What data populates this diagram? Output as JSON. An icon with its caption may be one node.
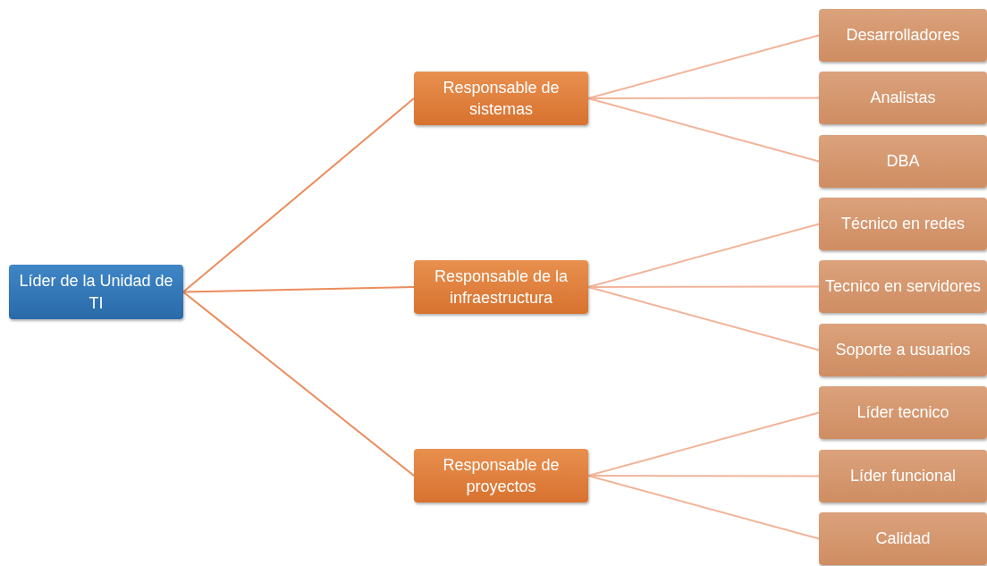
{
  "diagram": {
    "nodes": [
      {
        "text": [
          "Líder de la Unidad de TI"
        ]
      },
      {
        "text": [
          "Responsable de sistemas"
        ]
      },
      {
        "text": [
          "Responsable de la infraestructura"
        ]
      },
      {
        "text": [
          "Responsable de proyectos"
        ]
      },
      {
        "text": [
          "Desarrolladores"
        ]
      },
      {
        "text": [
          "Analistas"
        ]
      },
      {
        "text": [
          "DBA"
        ]
      },
      {
        "text": [
          "Técnico en redes"
        ]
      },
      {
        "text": [
          "Tecnico en servidores"
        ]
      },
      {
        "text": [
          "Soporte a usuarios"
        ]
      },
      {
        "text": [
          "Líder tecnico"
        ]
      },
      {
        "text": [
          "Líder funcional"
        ]
      },
      {
        "text": [
          "Calidad"
        ]
      }
    ],
    "edges": [
      {
        "from": 0,
        "to": 1,
        "arrow": "none",
        "color": "#ec8c5c"
      },
      {
        "from": 0,
        "to": 2,
        "arrow": "none",
        "color": "#ec8c5c"
      },
      {
        "from": 0,
        "to": 3,
        "arrow": "none",
        "color": "#ec8c5c"
      },
      {
        "from": 1,
        "to": 4,
        "arrow": "none"
      },
      {
        "from": 1,
        "to": 5,
        "arrow": "none"
      },
      {
        "from": 1,
        "to": 6,
        "arrow": "none"
      },
      {
        "from": 2,
        "to": 7,
        "arrow": "none"
      },
      {
        "from": 2,
        "to": 8,
        "arrow": "none"
      },
      {
        "from": 2,
        "to": 9,
        "arrow": "none"
      },
      {
        "from": 3,
        "to": 10,
        "arrow": "none"
      },
      {
        "from": 3,
        "to": 11,
        "arrow": "none"
      },
      {
        "from": 3,
        "to": 12,
        "arrow": "none"
      }
    ]
  }
}
